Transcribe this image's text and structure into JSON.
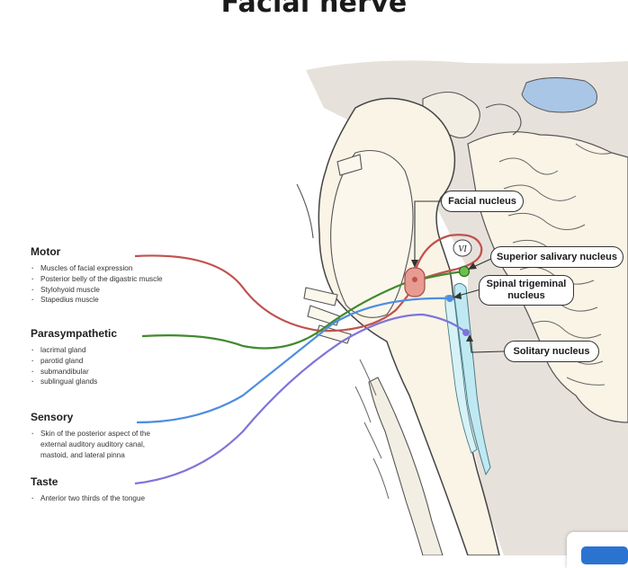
{
  "title": "Facial nerve",
  "sections": [
    {
      "title": "Motor",
      "items": [
        "Muscles of facial expression",
        "Posterior belly of the digastric muscle",
        "Stylohyoid muscle",
        "Stapedius muscle"
      ]
    },
    {
      "title": "Parasympathetic",
      "items": [
        "lacrimal gland",
        "parotid gland",
        "submandibular",
        "sublingual glands"
      ]
    },
    {
      "title": "Sensory",
      "items": [
        "Skin of the posterior aspect of the external auditory auditory canal, mastoid, and lateral pinna"
      ]
    },
    {
      "title": "Taste",
      "items": [
        "Anterior two thirds of the tongue"
      ]
    }
  ],
  "callouts": {
    "facial_nucleus": "Facial nucleus",
    "superior_salivary": "Superior salivary nucleus",
    "spinal_trigeminal": "Spinal trigeminal nucleus",
    "solitary": "Solitary nucleus"
  },
  "nerve_label": "VI",
  "colors": {
    "motor": "#c0524d",
    "parasympathetic": "#3f8a2e",
    "sensory": "#4f8ee0",
    "taste": "#7f74d9",
    "nucleus_fill": "#e79b91",
    "trigeminal_fill": "#bfe9f2",
    "background_tissue": "#e7e1dc",
    "brainstem": "#f9f4e6",
    "ventricle": "#a9c6e7"
  }
}
